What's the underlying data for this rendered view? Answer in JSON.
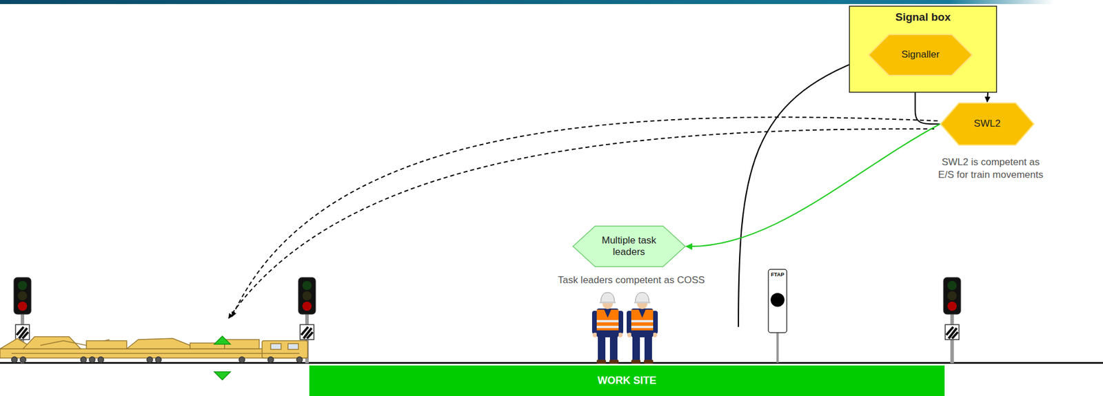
{
  "diagram": {
    "nodes": [
      {
        "text": [
          "Signal box"
        ]
      },
      {
        "text": [
          "Signaller"
        ],
        "in": 0
      },
      {
        "text": [
          "SWL2"
        ]
      },
      {
        "text": [
          "Multiple task leaders"
        ]
      },
      {
        "text": [
          "WORK SITE"
        ]
      }
    ],
    "edges": [
      {
        "from": 1,
        "to": 2,
        "arrow": "to"
      },
      {
        "from": 2,
        "to": 1,
        "arrow": "to"
      },
      {
        "from": 2,
        "to": 3,
        "arrow": "to"
      }
    ],
    "labels": [
      "SWL2 is competent as E/S for train movements",
      "Task leaders competent as COSS",
      "FTAP"
    ]
  }
}
